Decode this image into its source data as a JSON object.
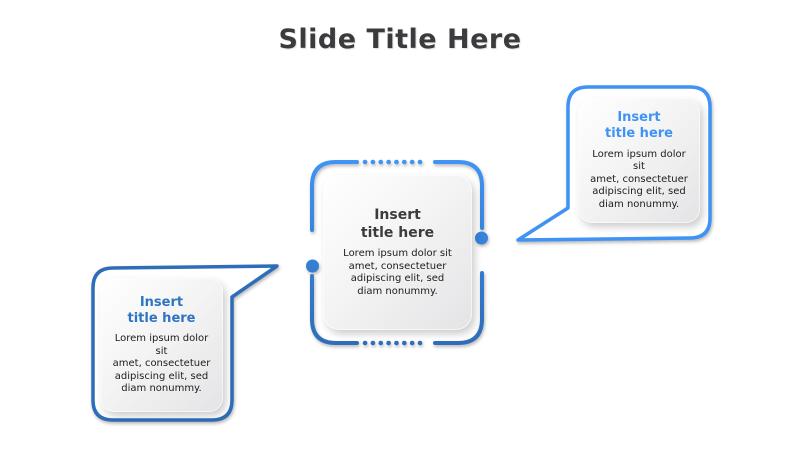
{
  "slide": {
    "title": "Slide Title Here"
  },
  "colors": {
    "blue_bright": "#3f93f4",
    "blue_dark": "#2e6eb8",
    "heading_text": "#3b3b3d",
    "body_text": "#1c1c1c"
  },
  "boxes": {
    "center": {
      "title": "Insert\ntitle here",
      "title_color": "#3b3b3d",
      "body": "Lorem ipsum dolor sit\namet, consectetuer\nadipiscing elit, sed\ndiam nonummy."
    },
    "left": {
      "title": "Insert\ntitle here",
      "title_color": "#2e74c2",
      "body": "Lorem ipsum dolor sit\namet, consectetuer\nadipiscing elit, sed\ndiam nonummy."
    },
    "right": {
      "title": "Insert\ntitle here",
      "title_color": "#3f93f4",
      "body": "Lorem ipsum dolor sit\namet, consectetuer\nadipiscing elit, sed\ndiam nonummy."
    }
  }
}
